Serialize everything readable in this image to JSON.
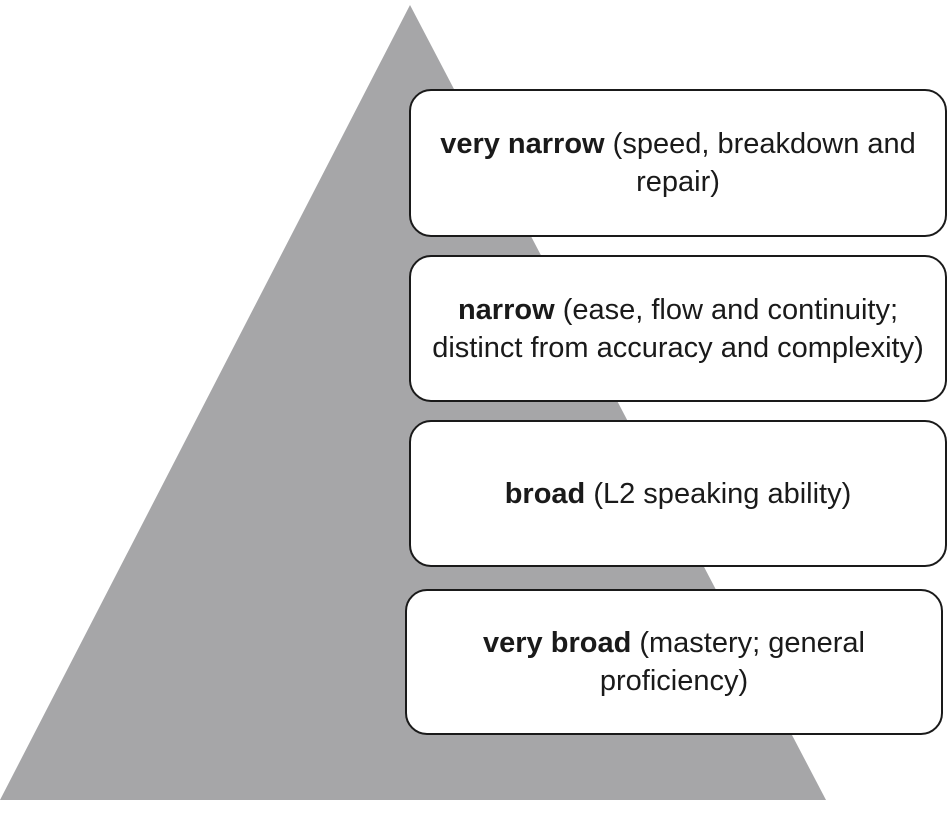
{
  "diagram": {
    "levels": [
      {
        "term": "very narrow",
        "description": " (speed, breakdown and repair)"
      },
      {
        "term": "narrow",
        "description": " (ease, flow and continuity; distinct from accuracy and complexity)"
      },
      {
        "term": "broad",
        "description": " (L2 speaking ability)"
      },
      {
        "term": "very broad",
        "description": " (mastery; general proficiency)"
      }
    ]
  },
  "colors": {
    "pyramid_fill": "#a6a6a8",
    "box_fill": "#ffffff",
    "box_border": "#1a1a1a",
    "text": "#1a1a1a"
  }
}
